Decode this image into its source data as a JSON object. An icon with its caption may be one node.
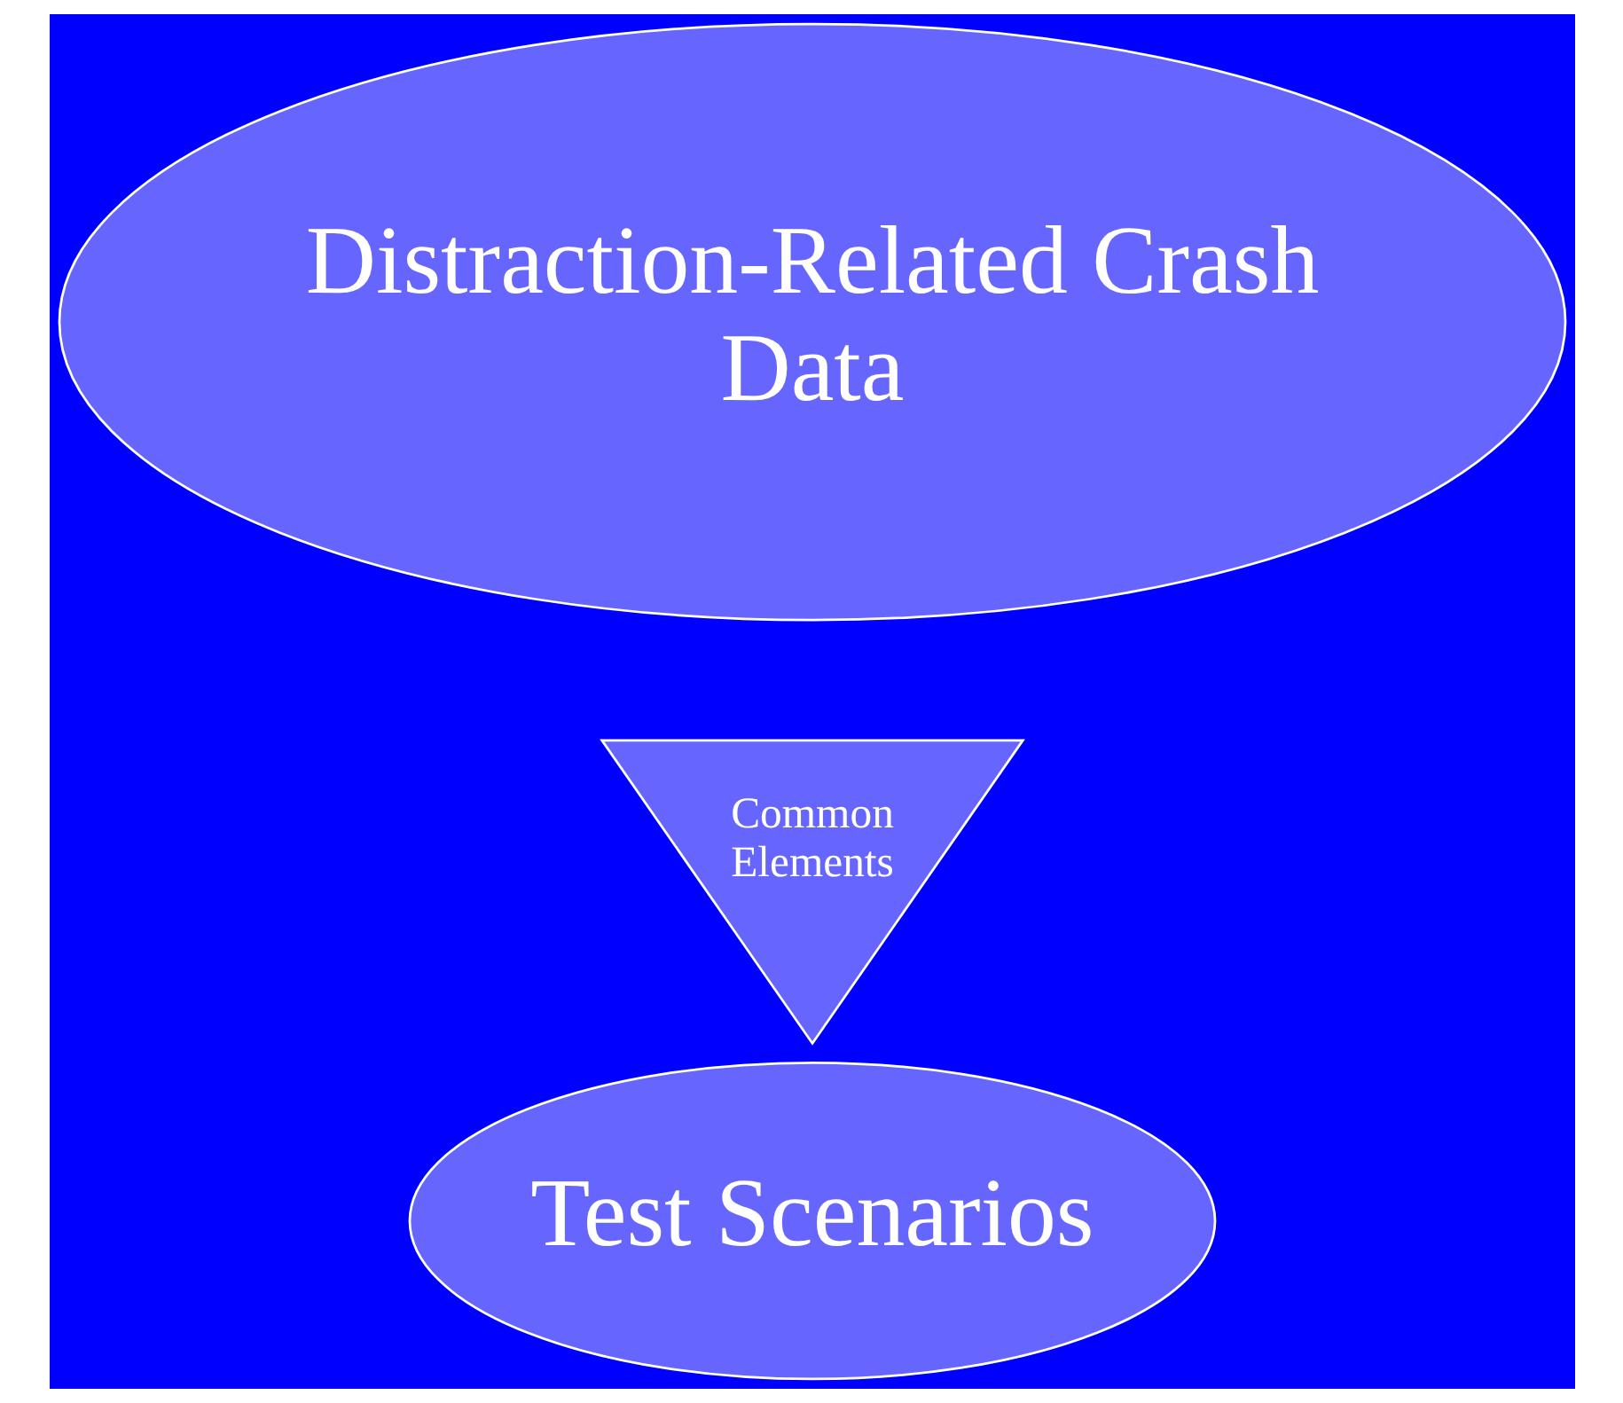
{
  "diagram": {
    "nodes": [
      {
        "text": [
          "Distraction-Related Crash Data"
        ]
      },
      {
        "text": [
          "Common Elements"
        ]
      },
      {
        "text": [
          "Test Scenarios"
        ]
      }
    ]
  }
}
